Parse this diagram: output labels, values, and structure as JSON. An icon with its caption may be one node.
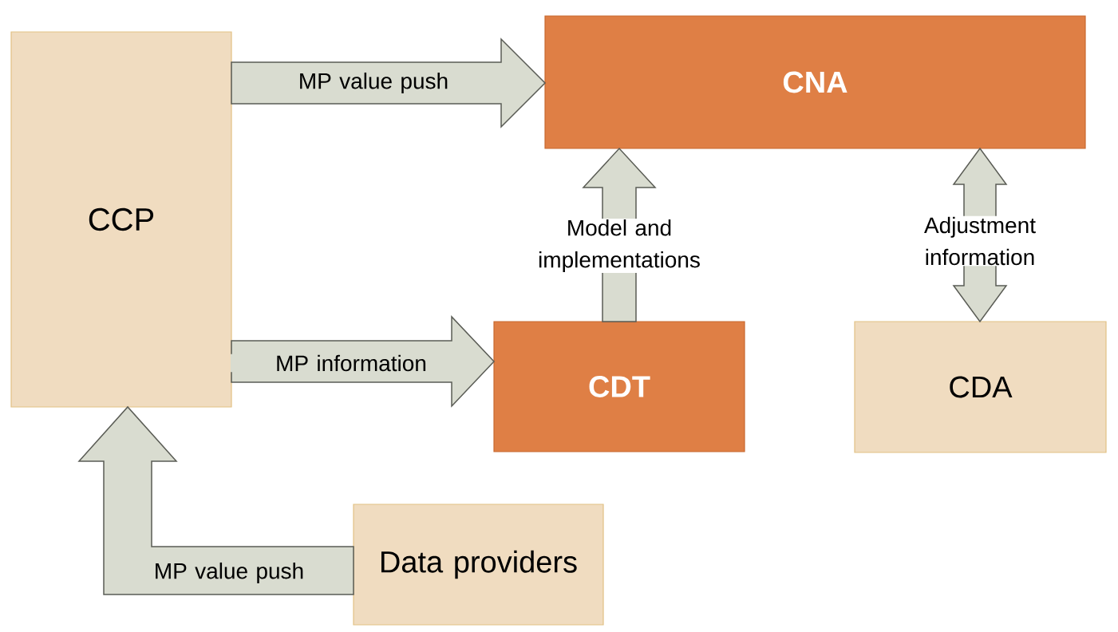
{
  "diagram": {
    "nodes": [
      {
        "text": [
          "CCP"
        ]
      },
      {
        "text": [
          "CNA"
        ]
      },
      {
        "text": [
          "CDT"
        ]
      },
      {
        "text": [
          "CDA"
        ]
      },
      {
        "text": [
          "Data providers"
        ]
      }
    ],
    "edges": [
      {
        "from": 0,
        "to": 1,
        "arrow": "to",
        "label": "MP value push"
      },
      {
        "from": 0,
        "to": 2,
        "arrow": "to",
        "label": "MP information"
      },
      {
        "from": 2,
        "to": 1,
        "arrow": "to",
        "label": "Model and implementations"
      },
      {
        "from": 1,
        "to": 3,
        "arrow": "both",
        "label": "Adjustment information"
      },
      {
        "from": 4,
        "to": 0,
        "arrow": "to",
        "label": "MP value push"
      }
    ]
  }
}
